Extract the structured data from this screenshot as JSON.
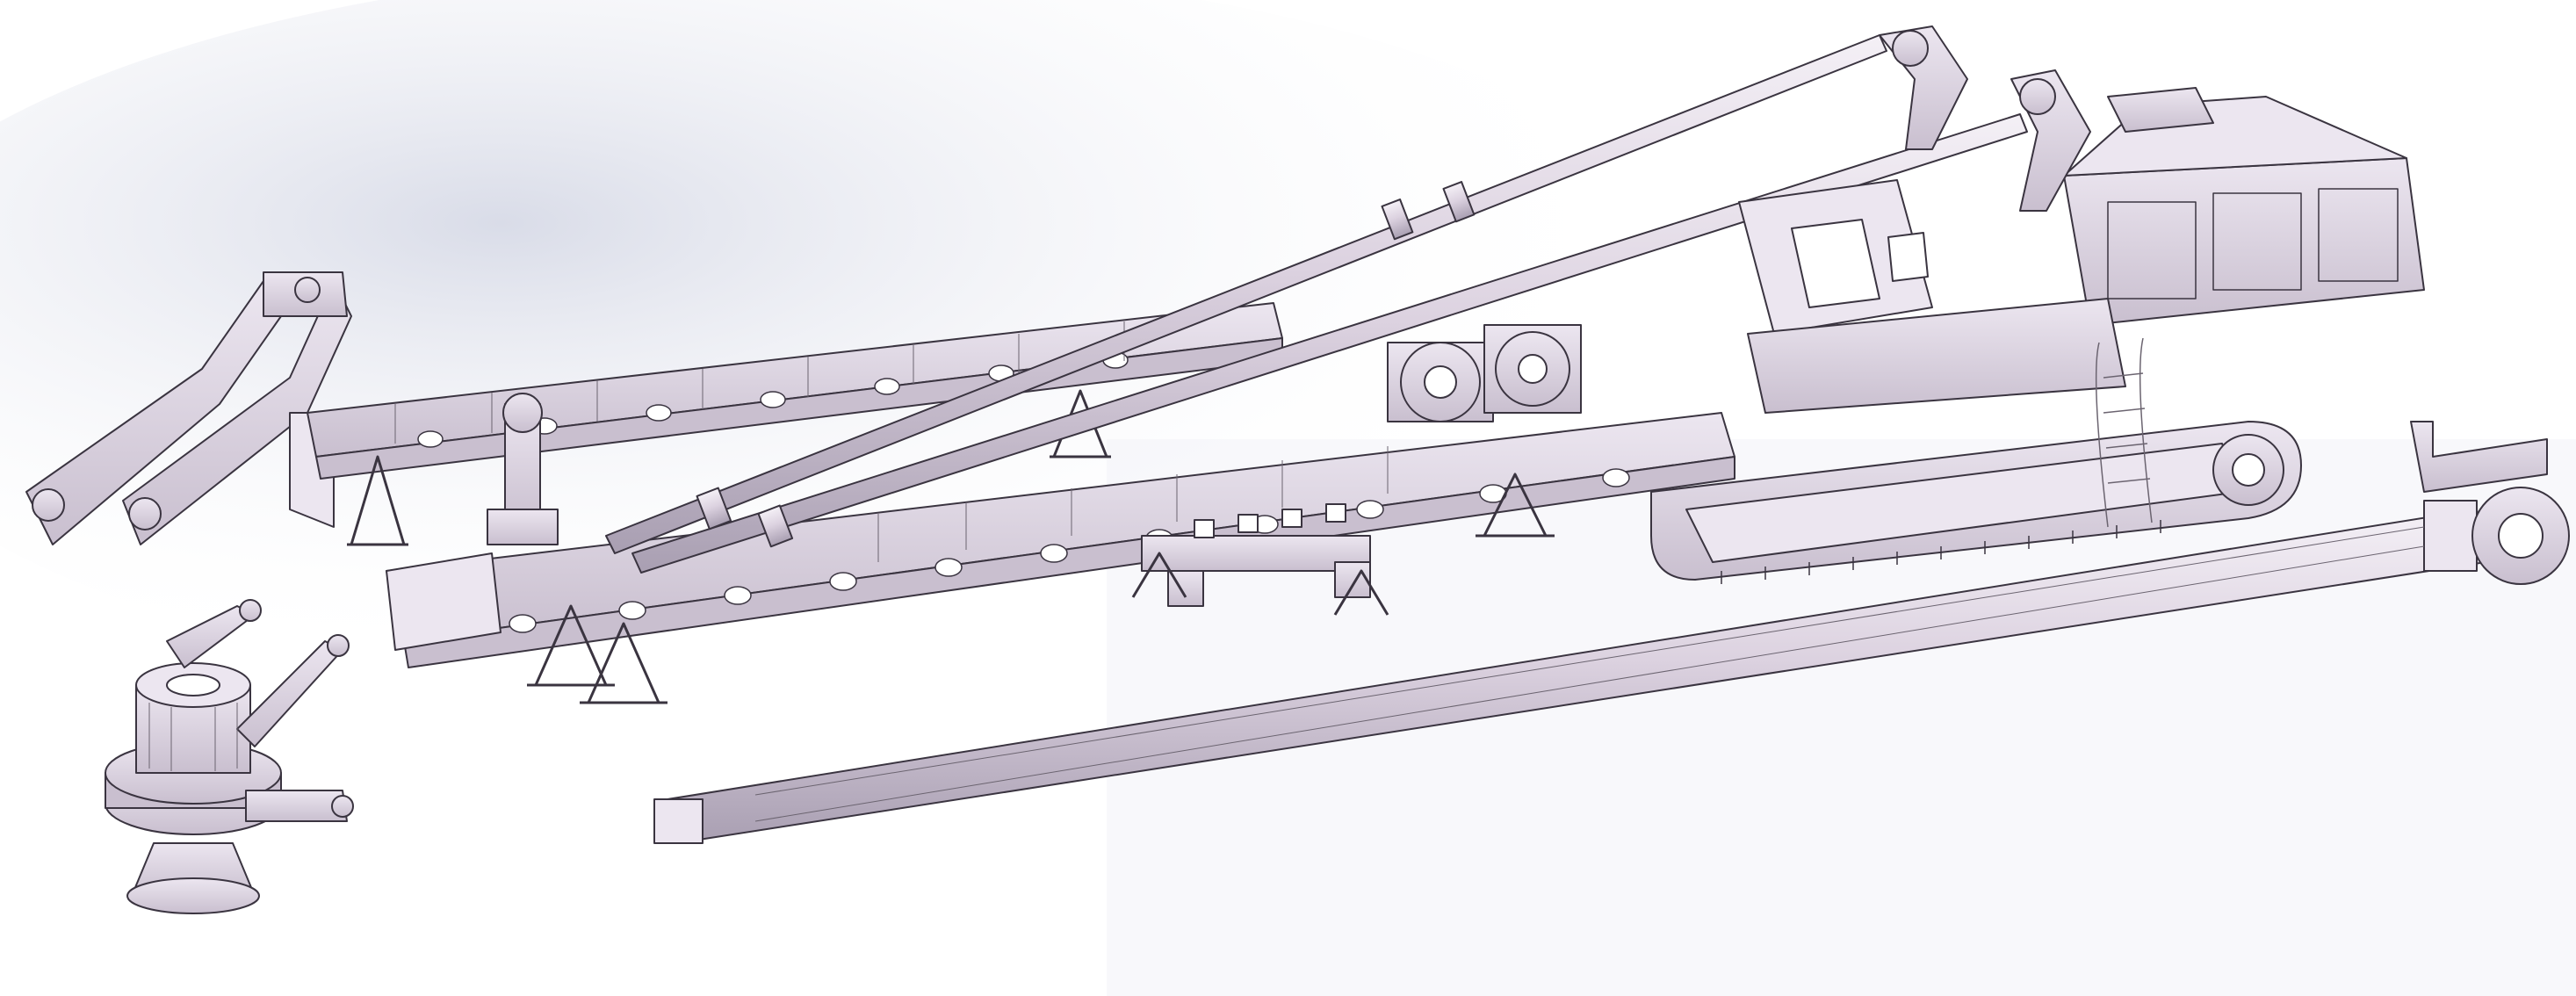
{
  "scene": {
    "background": "#ffffff",
    "haze": "#dfe2ec",
    "part_fill": "#dcd2e0",
    "part_fill_light": "#ece6f0",
    "part_fill_dark": "#b7aebf",
    "edge_color": "#3a3440",
    "thin_line": "#6b6470"
  },
  "components": {
    "rig": "rotary-drilling-rig",
    "mast": "drilling-mast",
    "kelly": "kelly-bar",
    "rotary_head": "rotary-drive-head"
  }
}
